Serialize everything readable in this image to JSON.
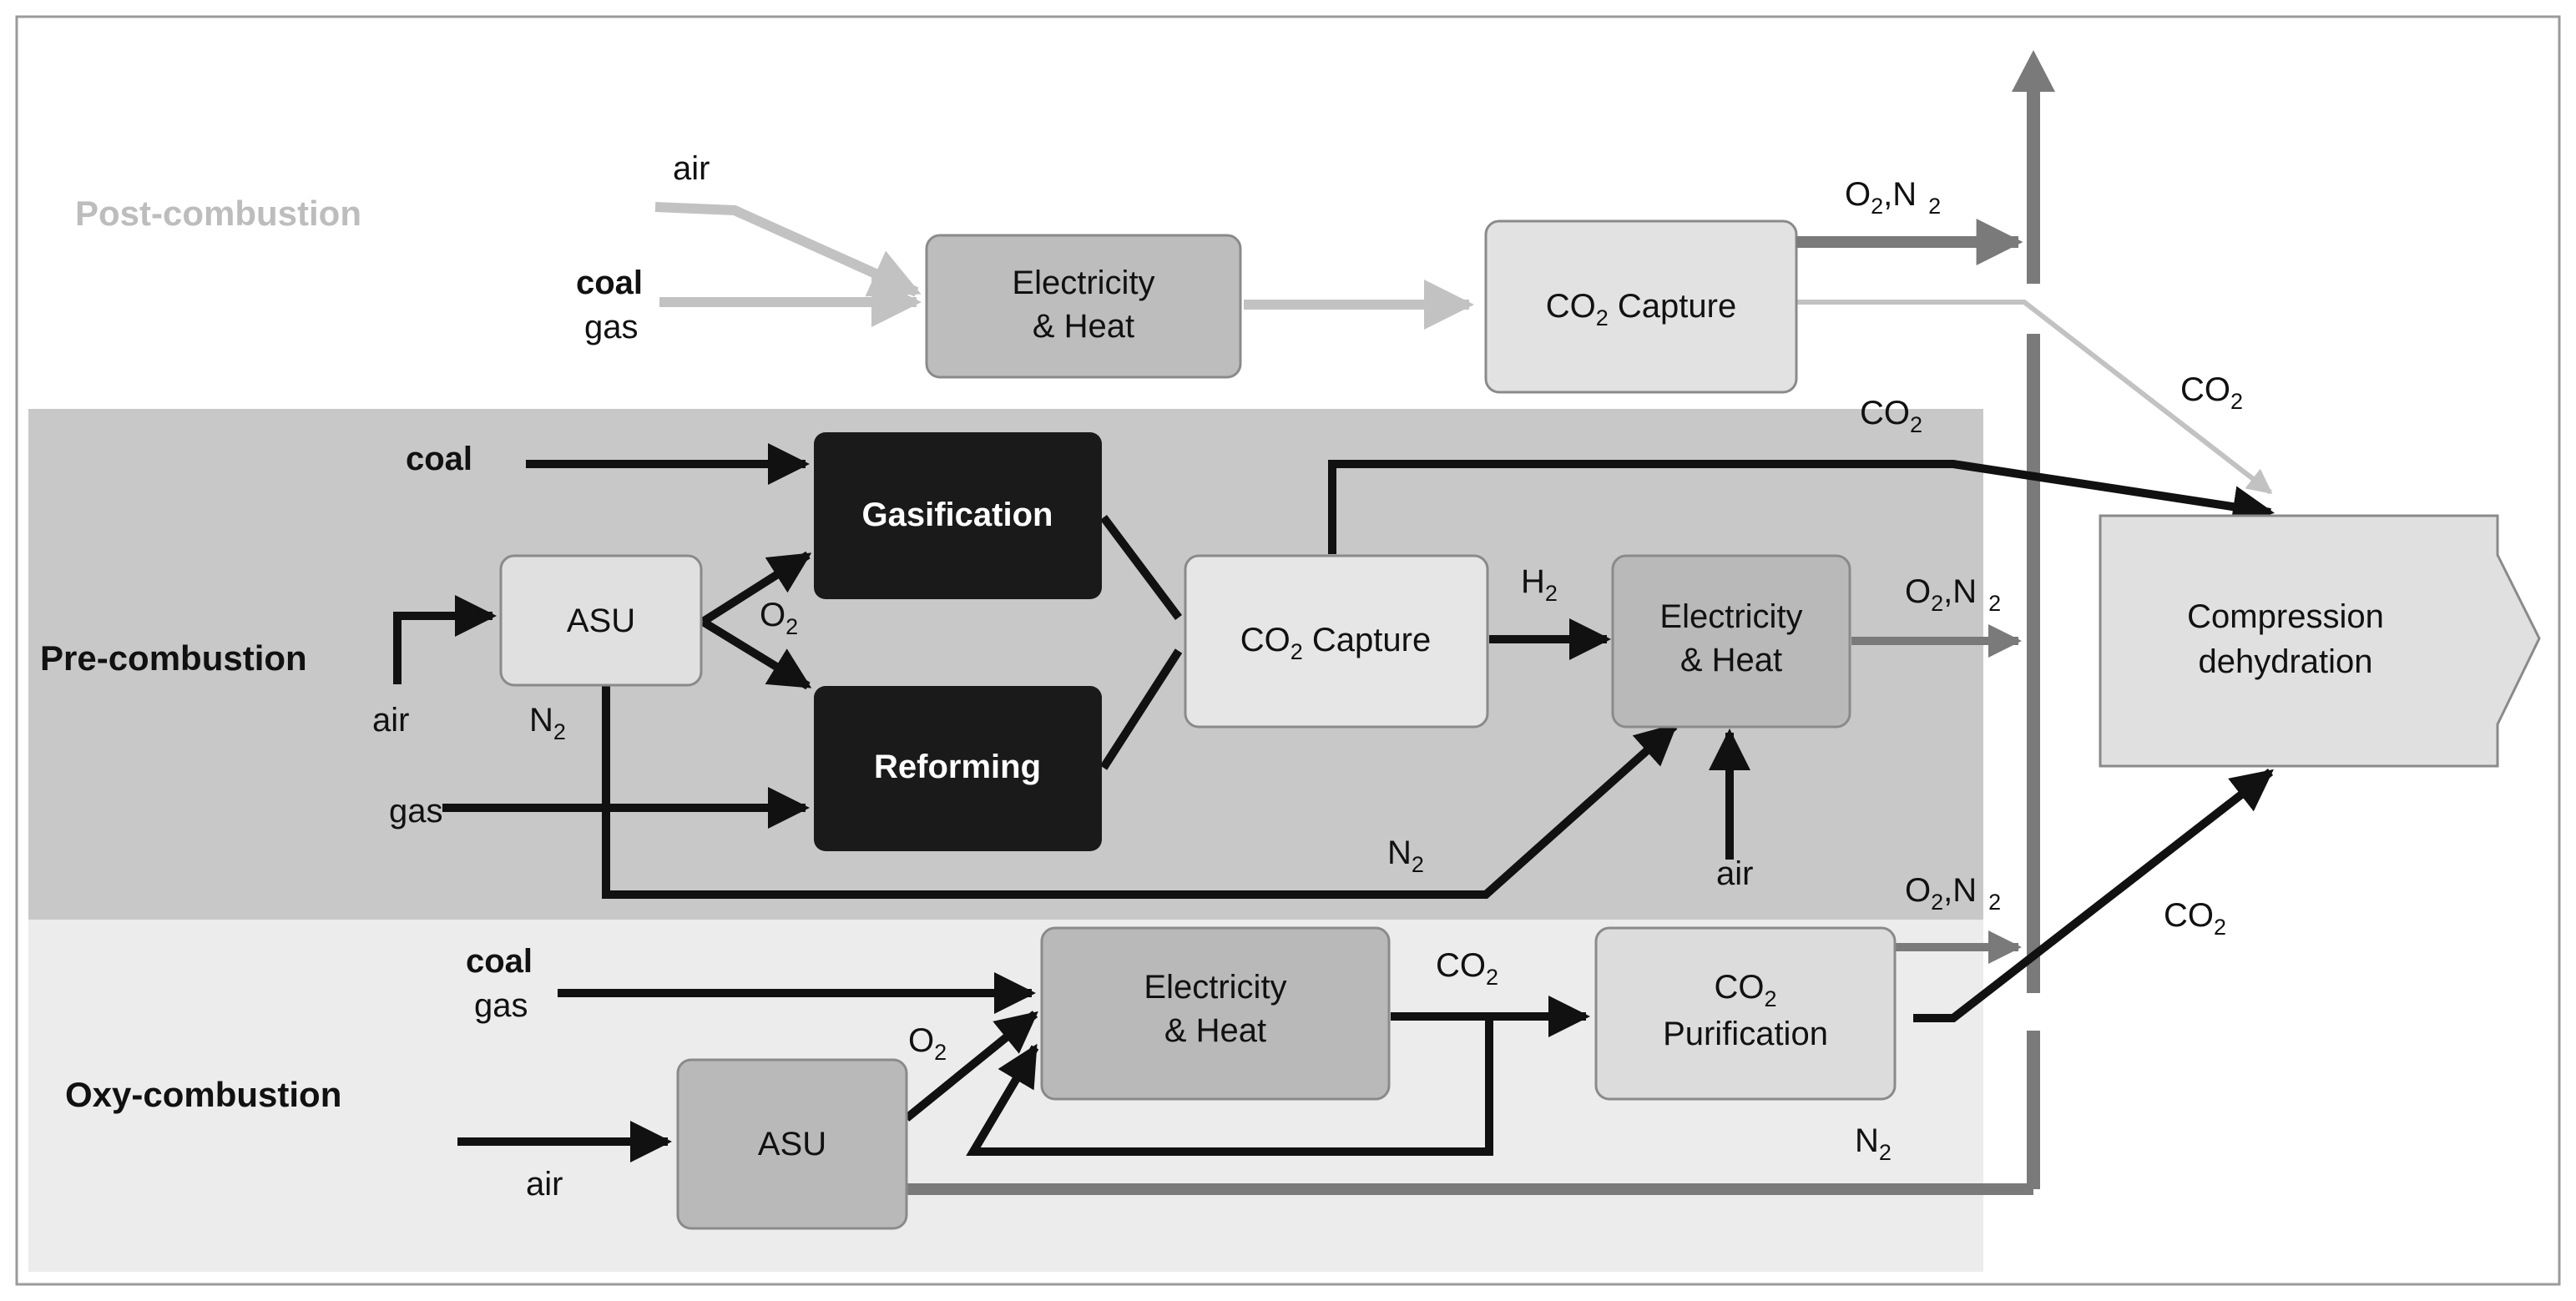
{
  "sections": {
    "post": "Post-combustion",
    "pre": "Pre-combustion",
    "oxy": "Oxy-combustion"
  },
  "boxes": {
    "post_elec": [
      "Electricity",
      "& Heat"
    ],
    "post_capture": {
      "main": "CO",
      "sub": "2",
      "rest": " Capture"
    },
    "gasification": "Gasification",
    "reforming": "Reforming",
    "pre_asu": "ASU",
    "pre_capture": {
      "main": "CO",
      "sub": "2",
      "rest": " Capture"
    },
    "pre_elec": [
      "Electricity",
      "& Heat"
    ],
    "compression": [
      "Compression",
      "dehydration"
    ],
    "oxy_elec": [
      "Electricity",
      "& Heat"
    ],
    "oxy_purif": {
      "main": "CO",
      "sub": "2",
      "line2": "Purification"
    },
    "oxy_asu": "ASU"
  },
  "labels": {
    "air": "air",
    "coal": "coal",
    "gas": "gas",
    "co2": {
      "main": "CO",
      "sub": "2"
    },
    "o2": {
      "main": "O",
      "sub": "2"
    },
    "n2": {
      "main": "N",
      "sub": "2"
    },
    "h2": {
      "main": "H",
      "sub": "2"
    },
    "o2n2": {
      "a": "O",
      "a_sub": "2",
      "sep": ",",
      "b": "N",
      "b_sub": "2"
    }
  },
  "colors": {
    "post_band": "#ffffff",
    "pre_band": "#c8c8c8",
    "oxy_band": "#ececec",
    "dark_box": "#1a1a1a",
    "light_flow": "#c2c2c2",
    "dark_flow": "#111111",
    "grey_flow": "#7a7a7a"
  }
}
